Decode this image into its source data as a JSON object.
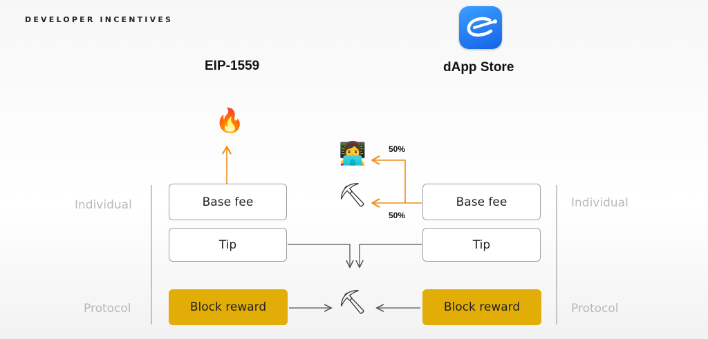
{
  "header": {
    "section_title": "DEVELOPER INCENTIVES"
  },
  "left_column": {
    "title": "EIP-1559"
  },
  "right_column": {
    "title": "dApp Store"
  },
  "side_labels": {
    "individual_left": "Individual",
    "individual_right": "Individual",
    "protocol_left": "Protocol",
    "protocol_right": "Protocol"
  },
  "boxes": {
    "base_fee_left": "Base fee",
    "tip_left": "Tip",
    "block_reward_left": "Block reward",
    "base_fee_right": "Base fee",
    "tip_right": "Tip",
    "block_reward_right": "Block reward"
  },
  "split": {
    "developer_pct": "50%",
    "miner_pct": "50%"
  },
  "icons": {
    "fire": "🔥",
    "developer": "👩‍💻",
    "pickaxe": "⛏"
  },
  "colors": {
    "accent_orange": "#f08c1a",
    "block_reward": "#e3ad08",
    "app_icon": "#1e7bf0"
  }
}
